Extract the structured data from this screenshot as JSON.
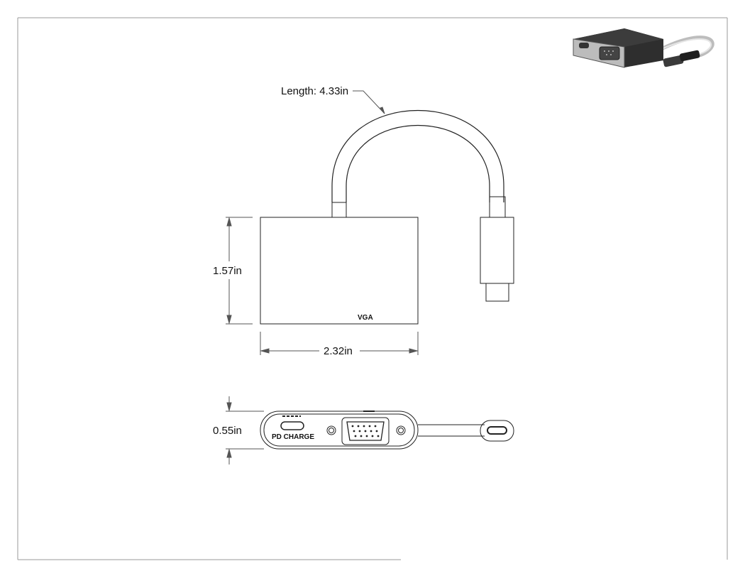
{
  "drawing": {
    "cable_length_label": "Length: 4.33in",
    "height_label": "1.57in",
    "width_label": "2.32in",
    "thickness_label": "0.55in",
    "top_view_port_label": "VGA",
    "side_view_port_label": "PD CHARGE"
  },
  "colors": {
    "line": "#222222",
    "preview_body": "#2a2a2a",
    "preview_cable": "#c8c8c8"
  }
}
